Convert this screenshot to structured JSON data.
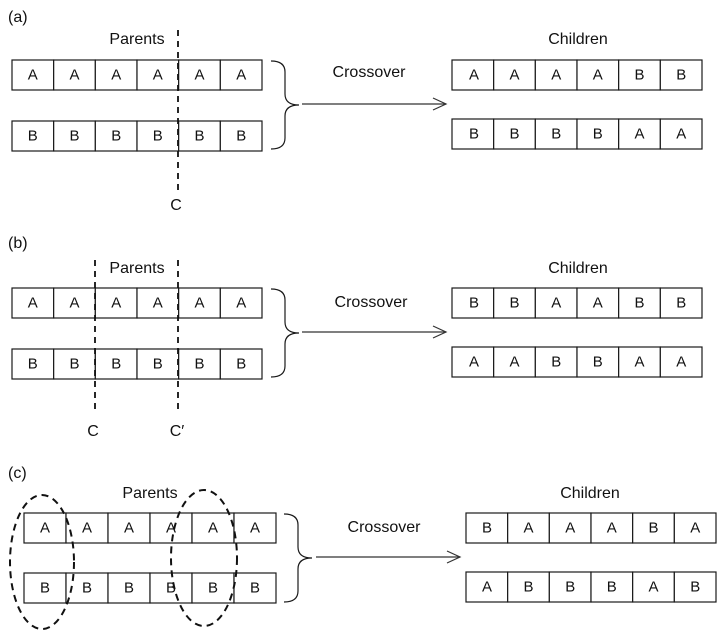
{
  "panels": [
    {
      "tag": "(a)",
      "parents_label": "Parents",
      "children_label": "Children",
      "operation": "Crossover",
      "parents": [
        [
          "A",
          "A",
          "A",
          "A",
          "A",
          "A"
        ],
        [
          "B",
          "B",
          "B",
          "B",
          "B",
          "B"
        ]
      ],
      "children": [
        [
          "A",
          "A",
          "A",
          "A",
          "B",
          "B"
        ],
        [
          "B",
          "B",
          "B",
          "B",
          "A",
          "A"
        ]
      ],
      "cut_labels": [
        "C"
      ]
    },
    {
      "tag": "(b)",
      "parents_label": "Parents",
      "children_label": "Children",
      "operation": "Crossover",
      "parents": [
        [
          "A",
          "A",
          "A",
          "A",
          "A",
          "A"
        ],
        [
          "B",
          "B",
          "B",
          "B",
          "B",
          "B"
        ]
      ],
      "children": [
        [
          "B",
          "B",
          "A",
          "A",
          "B",
          "B"
        ],
        [
          "A",
          "A",
          "B",
          "B",
          "A",
          "A"
        ]
      ],
      "cut_labels": [
        "C",
        "C′"
      ]
    },
    {
      "tag": "(c)",
      "parents_label": "Parents",
      "children_label": "Children",
      "operation": "Crossover",
      "parents": [
        [
          "A",
          "A",
          "A",
          "A",
          "A",
          "A"
        ],
        [
          "B",
          "B",
          "B",
          "B",
          "B",
          "B"
        ]
      ],
      "children": [
        [
          "B",
          "A",
          "A",
          "A",
          "B",
          "A"
        ],
        [
          "A",
          "B",
          "B",
          "B",
          "A",
          "B"
        ]
      ],
      "cut_labels": []
    }
  ]
}
